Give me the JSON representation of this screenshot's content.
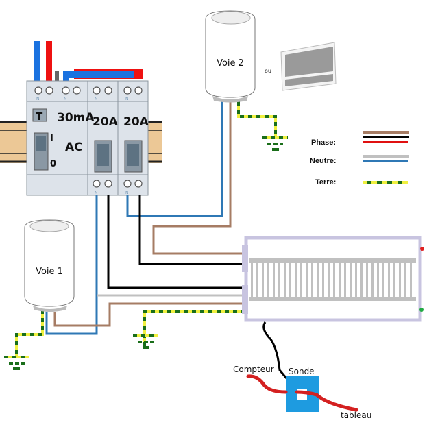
{
  "diagram": {
    "breaker_panel": {
      "rcd": {
        "test_button": "T",
        "rating": "30mA",
        "type": "AC",
        "on_mark": "I",
        "off_mark": "0"
      },
      "breaker_1": {
        "rating": "20A"
      },
      "breaker_2": {
        "rating": "20A"
      },
      "neutral_mark": "N"
    },
    "thermostat_1": {
      "label": "Voie 1"
    },
    "thermostat_2": {
      "label": "Voie 2"
    },
    "alternative_label": "ou",
    "legend": {
      "phase": "Phase:",
      "neutral": "Neutre:",
      "earth": "Terre:"
    },
    "sensor": {
      "label": "Sonde",
      "meter_label": "Compteur",
      "panel_label": "tableau"
    },
    "colors": {
      "phase_brown": "#a67c64",
      "phase_black": "#000000",
      "phase_red": "#e01010",
      "neutral_grey": "#c0c0c0",
      "neutral_blue": "#2f78b5",
      "earth_yellow": "#f0f040",
      "earth_green": "#1a6e1a",
      "sensor_blue": "#1e9be0",
      "radiator_frame": "#c8c4e0"
    }
  }
}
